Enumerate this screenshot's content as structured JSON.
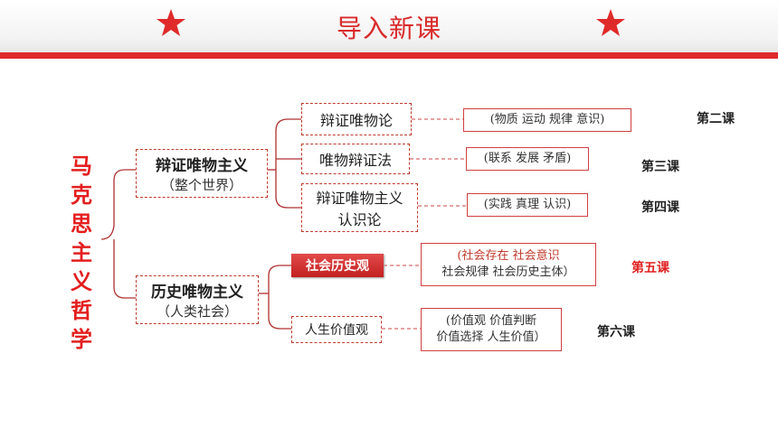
{
  "header": {
    "title": "导入新课"
  },
  "root": {
    "chars": [
      "马",
      "克",
      "思",
      "主",
      "义",
      "哲",
      "学"
    ]
  },
  "level1": [
    {
      "main": "辩证唯物主义",
      "sub": "（整个世界）"
    },
    {
      "main": "历史唯物主义",
      "sub": "（人类社会）"
    }
  ],
  "level2": [
    {
      "line1": "辩证唯物论",
      "line2": ""
    },
    {
      "line1": "唯物辩证法",
      "line2": ""
    },
    {
      "line1": "辩证唯物主义",
      "line2": "认识论"
    },
    {
      "line1": "社会历史观",
      "line2": ""
    },
    {
      "line1": "人生价值观",
      "line2": ""
    }
  ],
  "topics": [
    {
      "line1": "(物质 运动 规律  意识)",
      "line2": ""
    },
    {
      "line1": "(联系 发展 矛盾)",
      "line2": ""
    },
    {
      "line1": "(实践  真理 认识)",
      "line2": ""
    },
    {
      "line1": "(社会存在 社会意识",
      "line2": "社会规律 社会历史主体）"
    },
    {
      "line1": "(价值观  价值判断",
      "line2": "价值选择  人生价值）"
    }
  ],
  "lessons": [
    "第二课",
    "第三课",
    "第四课",
    "第五课",
    "第六课"
  ],
  "colors": {
    "accent": "#e02a2a",
    "border": "#c0392b"
  }
}
